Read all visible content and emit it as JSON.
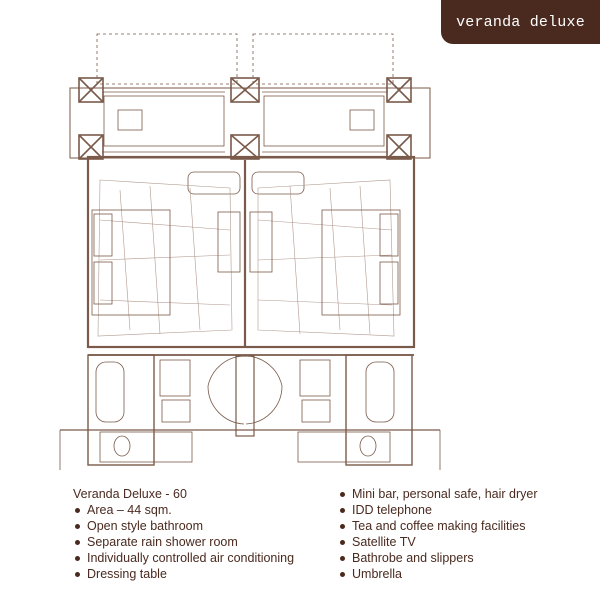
{
  "header": {
    "title": "veranda deluxe"
  },
  "room": {
    "name": "Veranda Deluxe - 60"
  },
  "features_left": [
    "Area – 44 sqm.",
    "Open style bathroom",
    "Separate rain shower room",
    "Individually controlled air conditioning",
    "Dressing table"
  ],
  "features_right": [
    "Mini bar, personal safe, hair dryer",
    "IDD telephone",
    "Tea and coffee making facilities",
    "Satellite TV",
    "Bathrobe and slippers",
    "Umbrella"
  ],
  "colors": {
    "brand": "#4a2a1f",
    "line": "#8a6a5a",
    "background": "#ffffff"
  }
}
